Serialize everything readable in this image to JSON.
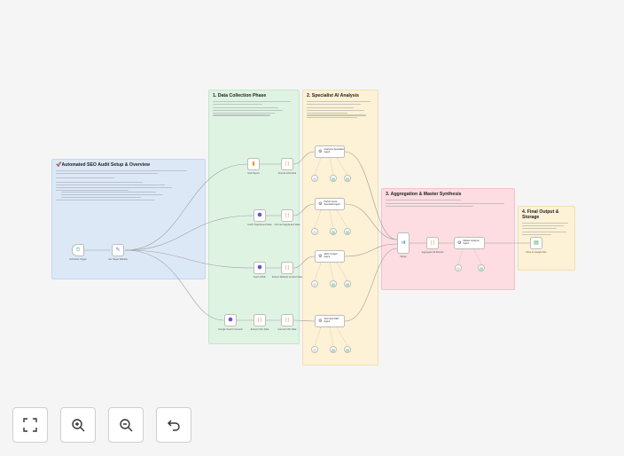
{
  "stickies": {
    "overview": {
      "title": "🚀Automated SEO Audit Setup & Overview",
      "color": "#dde8f7"
    },
    "collection": {
      "title": "1. Data Collection Phase",
      "color": "#dff3e3"
    },
    "analysis": {
      "title": "2. Specialist AI Analysis",
      "color": "#fdf1d6"
    },
    "aggregation": {
      "title": "3. Aggregation & Master Synthesis",
      "color": "#fddde1"
    },
    "output": {
      "title": "4. Final Output & Storage",
      "color": "#fdf1d6"
    }
  },
  "nodes": {
    "schedule_trigger": {
      "label": "Schedule Trigger",
      "icon": "clock-icon"
    },
    "set_target": {
      "label": "Set Target Website",
      "icon": "pencil-icon"
    },
    "get_report": {
      "label": "GA4 Report",
      "icon": "analytics-icon"
    },
    "code_1": {
      "label": "Format GA4 Data",
      "icon": "code-icon"
    },
    "get_pagespeed": {
      "label": "Fetch PageSpeed Data",
      "icon": "http-icon"
    },
    "code_2": {
      "label": "Format PageSpeed Data",
      "icon": "code-icon"
    },
    "fetch_html": {
      "label": "Fetch HTML",
      "icon": "http-icon"
    },
    "code_3": {
      "label": "Extract Website Content Data",
      "icon": "code-icon"
    },
    "get_gsc": {
      "label": "Google Search Console",
      "icon": "http-icon"
    },
    "code_4a": {
      "label": "Extract GSC Data",
      "icon": "code-icon"
    },
    "code_4b": {
      "label": "Format GSC Data",
      "icon": "code-icon"
    },
    "agent_1": {
      "label": "Analytics Specialist Agent",
      "icon": "robot-icon"
    },
    "agent_2": {
      "label": "Performance Specialist Agent",
      "icon": "robot-icon"
    },
    "agent_3": {
      "label": "SEO Content Agent",
      "icon": "robot-icon"
    },
    "agent_4": {
      "label": "Technical SEO Agent",
      "icon": "robot-icon"
    },
    "merge": {
      "label": "Merge",
      "icon": "merge-icon"
    },
    "aggregate": {
      "label": "Aggregate All Results",
      "icon": "code-icon"
    },
    "master_agent": {
      "label": "Master Analysis Agent",
      "icon": "robot-icon"
    },
    "save_doc": {
      "label": "Save to Google Doc",
      "icon": "doc-icon"
    }
  },
  "controls": {
    "fit_view": "fit-view-icon",
    "zoom_in": "zoom-in-icon",
    "zoom_out": "zoom-out-icon",
    "undo": "undo-icon"
  }
}
